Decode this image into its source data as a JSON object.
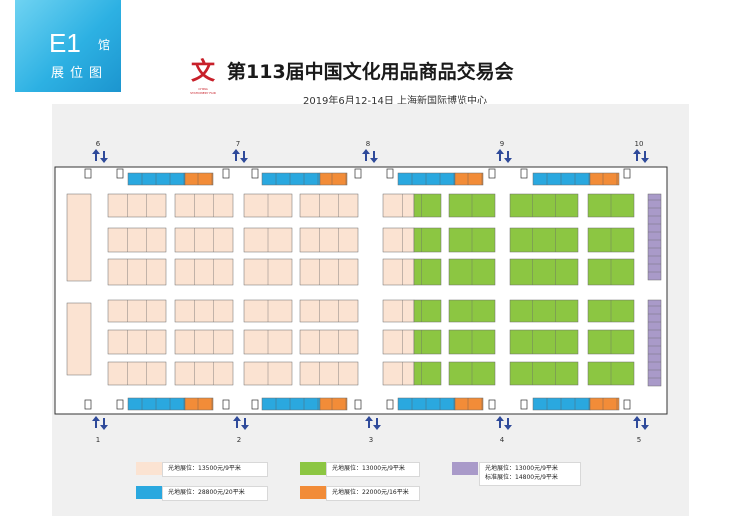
{
  "badge": {
    "hall": "E1",
    "hall_suffix": "馆",
    "subtitle": "展位图"
  },
  "logo": {
    "glyph": "文",
    "caption": "CHINA STATIONERY FAIR",
    "color": "#c8202a"
  },
  "header": {
    "title": "第113届中国文化用品商品交易会",
    "date_venue": "2019年6月12-14日   上海新国际博览中心"
  },
  "entrances": {
    "top": [
      "6",
      "7",
      "8",
      "9",
      "10"
    ],
    "bottom": [
      "1",
      "2",
      "3",
      "4",
      "5"
    ]
  },
  "colors": {
    "peach": "#fbe3d2",
    "green": "#8cc642",
    "blue": "#2aa8df",
    "orange": "#f28c38",
    "purple": "#a99ac9",
    "arrow": "#2f4a9a"
  },
  "legend": [
    {
      "color": "peach",
      "text": "光地展位：13500元/9平米"
    },
    {
      "color": "green",
      "text": "光地展位：13000元/9平米"
    },
    {
      "color": "purple",
      "text": "光地展位：13000元/9平米",
      "text2": "标准展位：14800元/9平米"
    },
    {
      "color": "blue",
      "text": "光地展位：28800元/20平米"
    },
    {
      "color": "orange",
      "text": "光地展位：22000元/16平米"
    }
  ]
}
